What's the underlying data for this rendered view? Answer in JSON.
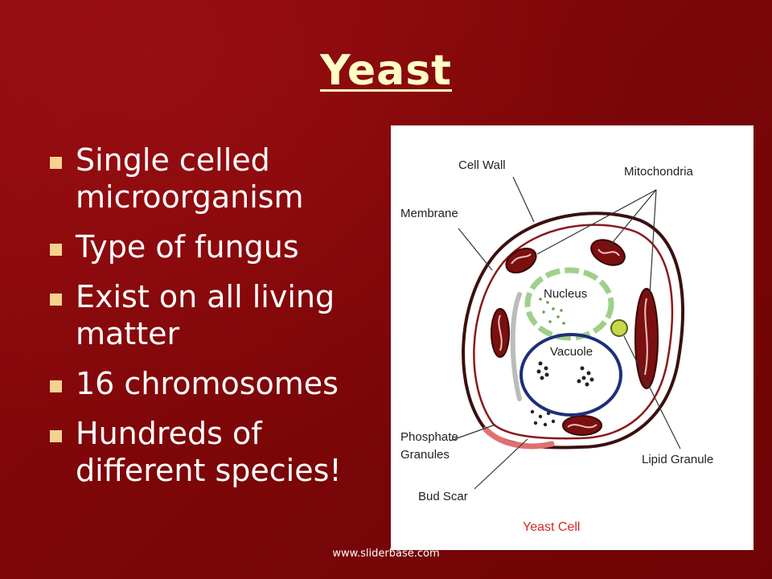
{
  "slide": {
    "title": "Yeast",
    "bullets": [
      "Single celled microorganism",
      "Type of fungus",
      "Exist on all living matter",
      "16 chromosomes",
      "Hundreds of different species!"
    ],
    "footer": "www.sliderbase.com"
  },
  "diagram": {
    "labels": {
      "cell_wall": "Cell Wall",
      "mitochondria": "Mitochondria",
      "membrane": "Membrane",
      "nucleus": "Nucleus",
      "vacuole": "Vacuole",
      "phosphate_line1": "Phosphate",
      "phosphate_line2": "Granules",
      "lipid_granule": "Lipid Granule",
      "bud_scar": "Bud Scar",
      "caption": "Yeast Cell"
    }
  },
  "colors": {
    "background": "#7d0608",
    "title": "#ffffc6",
    "bullet_marker": "#f5d28f",
    "bullet_text": "#ffffff"
  }
}
